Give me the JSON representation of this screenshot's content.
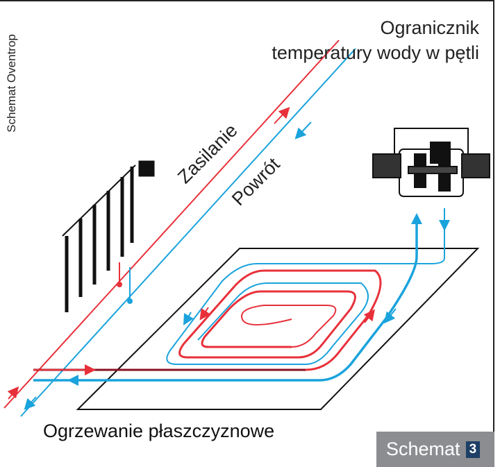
{
  "side_label": "Schemat Oventrop",
  "title_line1": "Ogranicznik",
  "title_line2": "temperatury wody w pętli",
  "supply_label": "Zasilanie",
  "return_label": "Powrót",
  "floor_label": "Ogrzewanie płaszczyznowe",
  "badge": {
    "text": "Schemat",
    "number": "3"
  },
  "colors": {
    "supply": "#e8303a",
    "return": "#1aa3dc",
    "badge_bg": "#8b8d91",
    "badge_num": "#1d3f66"
  }
}
